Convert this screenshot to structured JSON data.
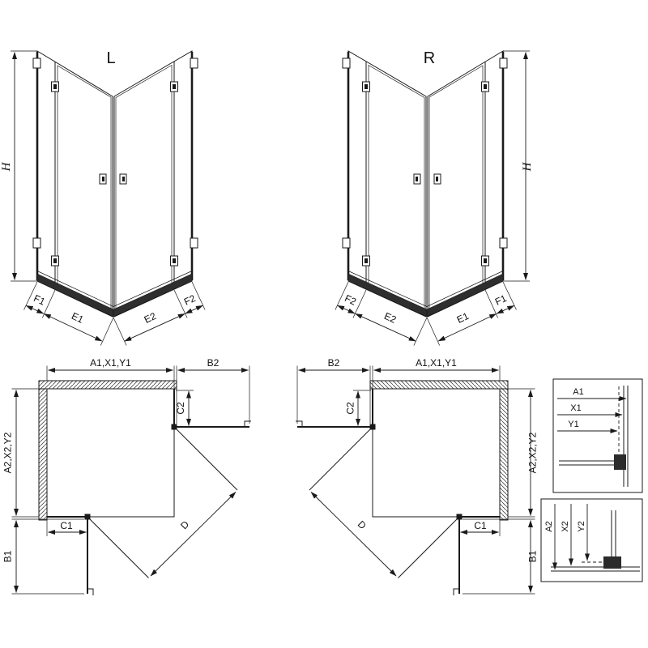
{
  "colors": {
    "line": "#1a1a1a",
    "rail": "#2e2e2e",
    "background": "#ffffff"
  },
  "iso_left": {
    "variant": "L",
    "h": "H",
    "f1": "F1",
    "e1": "E1",
    "e2": "E2",
    "f2": "F2"
  },
  "iso_right": {
    "variant": "R",
    "h": "H",
    "f1": "F1",
    "e1": "E1",
    "e2": "E2",
    "f2": "F2"
  },
  "plan_left": {
    "a1": "A1,X1,Y1",
    "b2": "B2",
    "a2": "A2,X2,Y2",
    "b1": "B1",
    "c1": "C1",
    "c2": "C2",
    "d": "D"
  },
  "plan_right": {
    "a1": "A1,X1,Y1",
    "b2": "B2",
    "a2": "A2,X2,Y2",
    "b1": "B1",
    "c1": "C1",
    "c2": "C2",
    "d": "D"
  },
  "detail_width": {
    "a1": "A1",
    "x1": "X1",
    "y1": "Y1"
  },
  "detail_depth": {
    "a2": "A2",
    "x2": "X2",
    "y2": "Y2"
  }
}
